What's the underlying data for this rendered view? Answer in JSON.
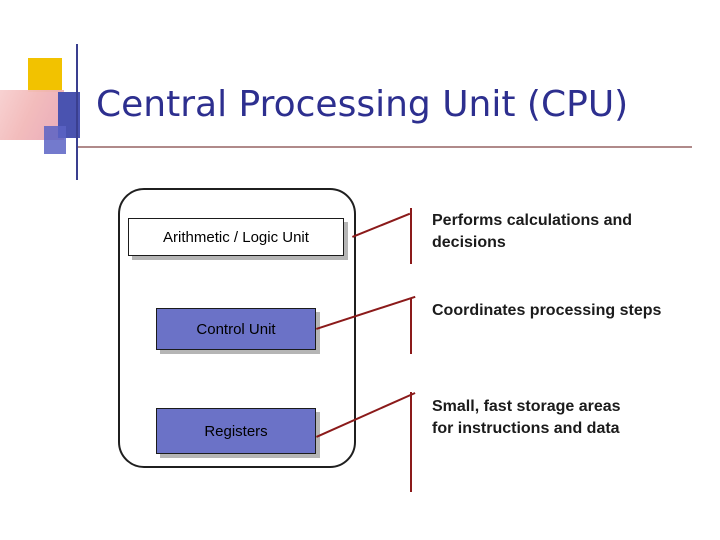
{
  "slide": {
    "title": "Central Processing Unit (CPU)",
    "title_color": "#2d2f8f",
    "accent_line_color": "#b08a8a",
    "connector_color": "#8b1a1a",
    "unit_fill_color": "#6b72c7"
  },
  "decor": {
    "yellow_block": "yellow-square",
    "pink_block": "pink-gradient-square",
    "blue_block_1": "blue-rectangle",
    "blue_block_2": "blue-rectangle-small",
    "vertical_rule": "vertical-divider"
  },
  "diagram": {
    "container_label": "cpu-boundary",
    "units": [
      {
        "id": "alu",
        "label": "Arithmetic / Logic Unit"
      },
      {
        "id": "control",
        "label": "Control Unit"
      },
      {
        "id": "registers",
        "label": "Registers"
      }
    ],
    "descriptions": [
      {
        "id": "alu-desc",
        "text": "Performs calculations and decisions"
      },
      {
        "id": "control-desc",
        "text": "Coordinates processing steps"
      },
      {
        "id": "registers-desc",
        "text": "Small, fast storage areas for instructions and data"
      }
    ]
  }
}
